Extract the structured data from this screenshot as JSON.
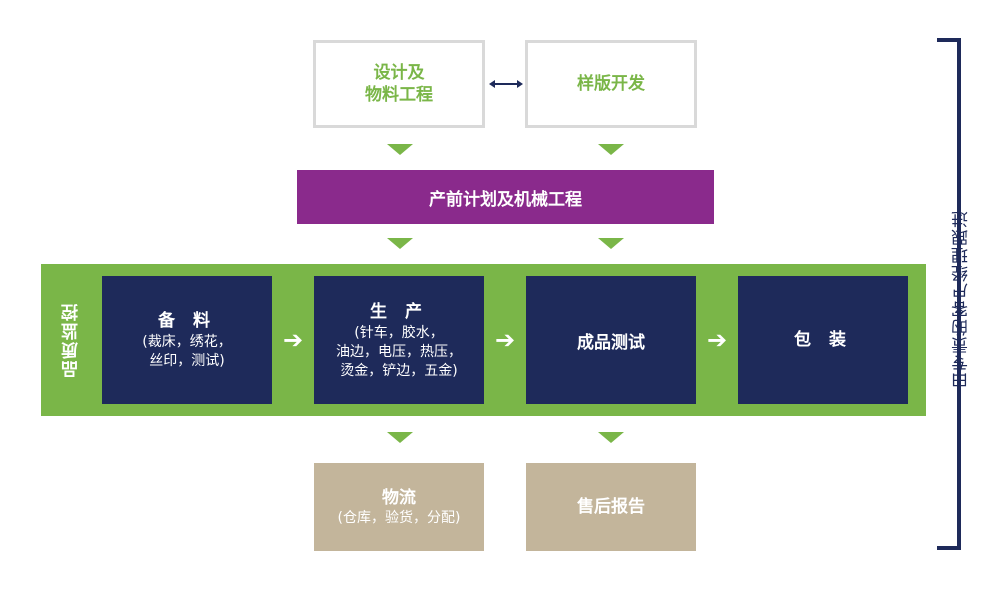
{
  "top": {
    "design": [
      "设计及",
      "物料工程"
    ],
    "sample": "样版开发"
  },
  "pre_production": "产前计划及机械工程",
  "quality_control": "品质监控",
  "steps": [
    {
      "title": "备 料",
      "lines": [
        "(裁床，绣花，",
        "丝印，测试)"
      ]
    },
    {
      "title": "生 产",
      "lines": [
        "(针车，胶水，",
        "油边，电压，热压，",
        "烫金，铲边，五金)"
      ]
    },
    {
      "title": "成品测试",
      "lines": []
    },
    {
      "title": "包 装",
      "lines": []
    }
  ],
  "bottom": {
    "logistics": {
      "title": "物流",
      "sub": "(仓库，验货，分配)"
    },
    "after_sales": "售后报告"
  },
  "account_manager": "由专责的客户经理跟进",
  "colors": {
    "green": "#7ab648",
    "purple": "#8a2a8c",
    "navy": "#1e2a5a",
    "tan": "#c3b59b",
    "gray_border": "#d9d9d9"
  }
}
